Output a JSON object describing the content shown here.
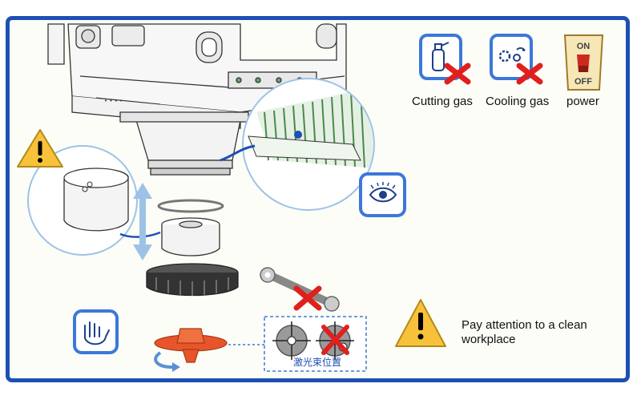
{
  "labels": {
    "cutting_gas": "Cutting gas",
    "cooling_gas": "Cooling gas",
    "power": "power",
    "switch_on": "ON",
    "switch_off": "OFF",
    "attention_note": "Pay attention to a clean workplace",
    "laser_position": "激光束位置"
  },
  "colors": {
    "frame_blue": "#1e4fb3",
    "icon_blue": "#3c78d8",
    "cross_red": "#e0201c",
    "warning_yellow": "#f7c23a",
    "stripe_green": "#4a8a4a",
    "parts_orange": "#e8552a"
  },
  "icons": [
    "gas-cylinder-icon",
    "cooling-gas-icon",
    "power-switch-icon",
    "warning-icon",
    "eye-icon",
    "hand-icon",
    "wrench-icon"
  ]
}
